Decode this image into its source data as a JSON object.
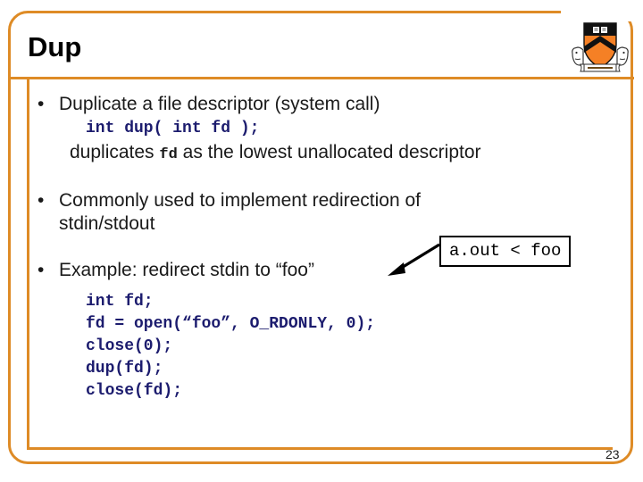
{
  "slide": {
    "title": "Dup",
    "page_number": "23",
    "accent_color": "#DE8B26",
    "code_color": "#1c1c6e",
    "text_color": "#1a1a1a"
  },
  "logo": {
    "name": "princeton-shield-logo",
    "shield_color": "#F58025",
    "chevron_color": "#000000"
  },
  "bullets": [
    {
      "marker": "•",
      "text": "Duplicate a file descriptor (system call)",
      "code": "int dup( int fd );",
      "sub_prefix": "duplicates ",
      "sub_mono": "fd",
      "sub_suffix": " as the lowest unallocated descriptor"
    },
    {
      "marker": "•",
      "line1": "Commonly used to implement redirection of",
      "line2": "stdin/stdout"
    },
    {
      "marker": "•",
      "text": "Example: redirect stdin to “foo”"
    }
  ],
  "code_block": {
    "lines": [
      "int fd;",
      "fd = open(“foo”, O_RDONLY, 0);",
      "close(0);",
      "dup(fd);",
      "close(fd);"
    ]
  },
  "callout": {
    "text": "a.out < foo"
  }
}
